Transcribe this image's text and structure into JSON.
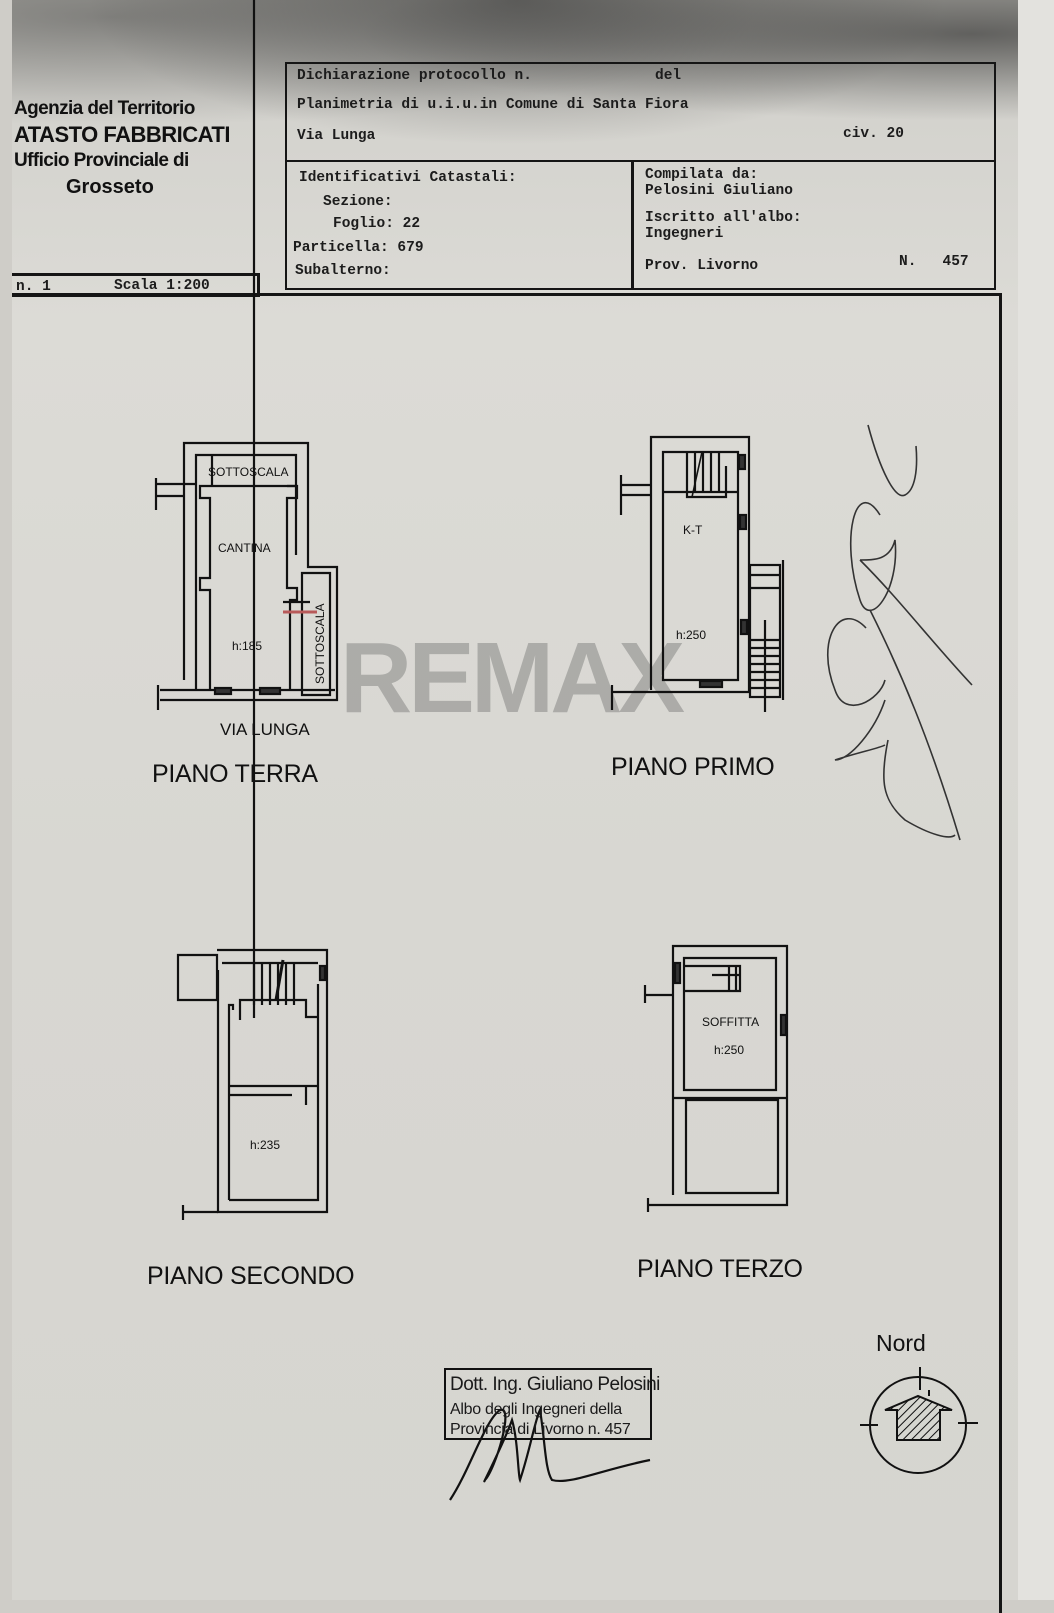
{
  "header": {
    "agency_line1": "Agenzia del Territorio",
    "agency_line2": "ATASTO FABBRICATI",
    "agency_line3": "Ufficio Provinciale di",
    "agency_line4": "Grosseto",
    "sheet_number": "n. 1",
    "scale": "Scala 1:200",
    "declaration": "Dichiarazione protocollo n.",
    "declaration_del": "del",
    "planimetry": "Planimetria di u.i.u.in Comune di Santa Fiora",
    "street": "Via Lunga",
    "civic": "civ. 20"
  },
  "identifiers": {
    "title": "Identificativi Catastali:",
    "sezione": "Sezione:",
    "foglio": "Foglio: 22",
    "particella": "Particella: 679",
    "subalterno": "Subalterno:"
  },
  "compiler": {
    "label": "Compilata da:",
    "name": "Pelosini Giuliano",
    "register_label": "Iscritto all'albo:",
    "register": "Ingegneri",
    "province": "Prov. Livorno",
    "number": "N.   457"
  },
  "floors": [
    {
      "name": "PIANO TERRA",
      "street_label": "VIA LUNGA",
      "rooms": [
        "SOTTOSCALA",
        "CANTINA",
        "SOTTOSCALA"
      ],
      "height": "h:185"
    },
    {
      "name": "PIANO PRIMO",
      "rooms": [
        "K-T"
      ],
      "height": "h:250"
    },
    {
      "name": "PIANO SECONDO",
      "rooms": [],
      "height": "h:235"
    },
    {
      "name": "PIANO TERZO",
      "rooms": [
        "SOFFITTA"
      ],
      "height": "h:250"
    }
  ],
  "watermark": "REMAX",
  "stamp": {
    "line1": "Dott. Ing. Giuliano Pelosini",
    "line2": "Albo degli Ingegneri della",
    "line3": "Provincia di Livorno n. 457"
  },
  "north_label": "Nord"
}
